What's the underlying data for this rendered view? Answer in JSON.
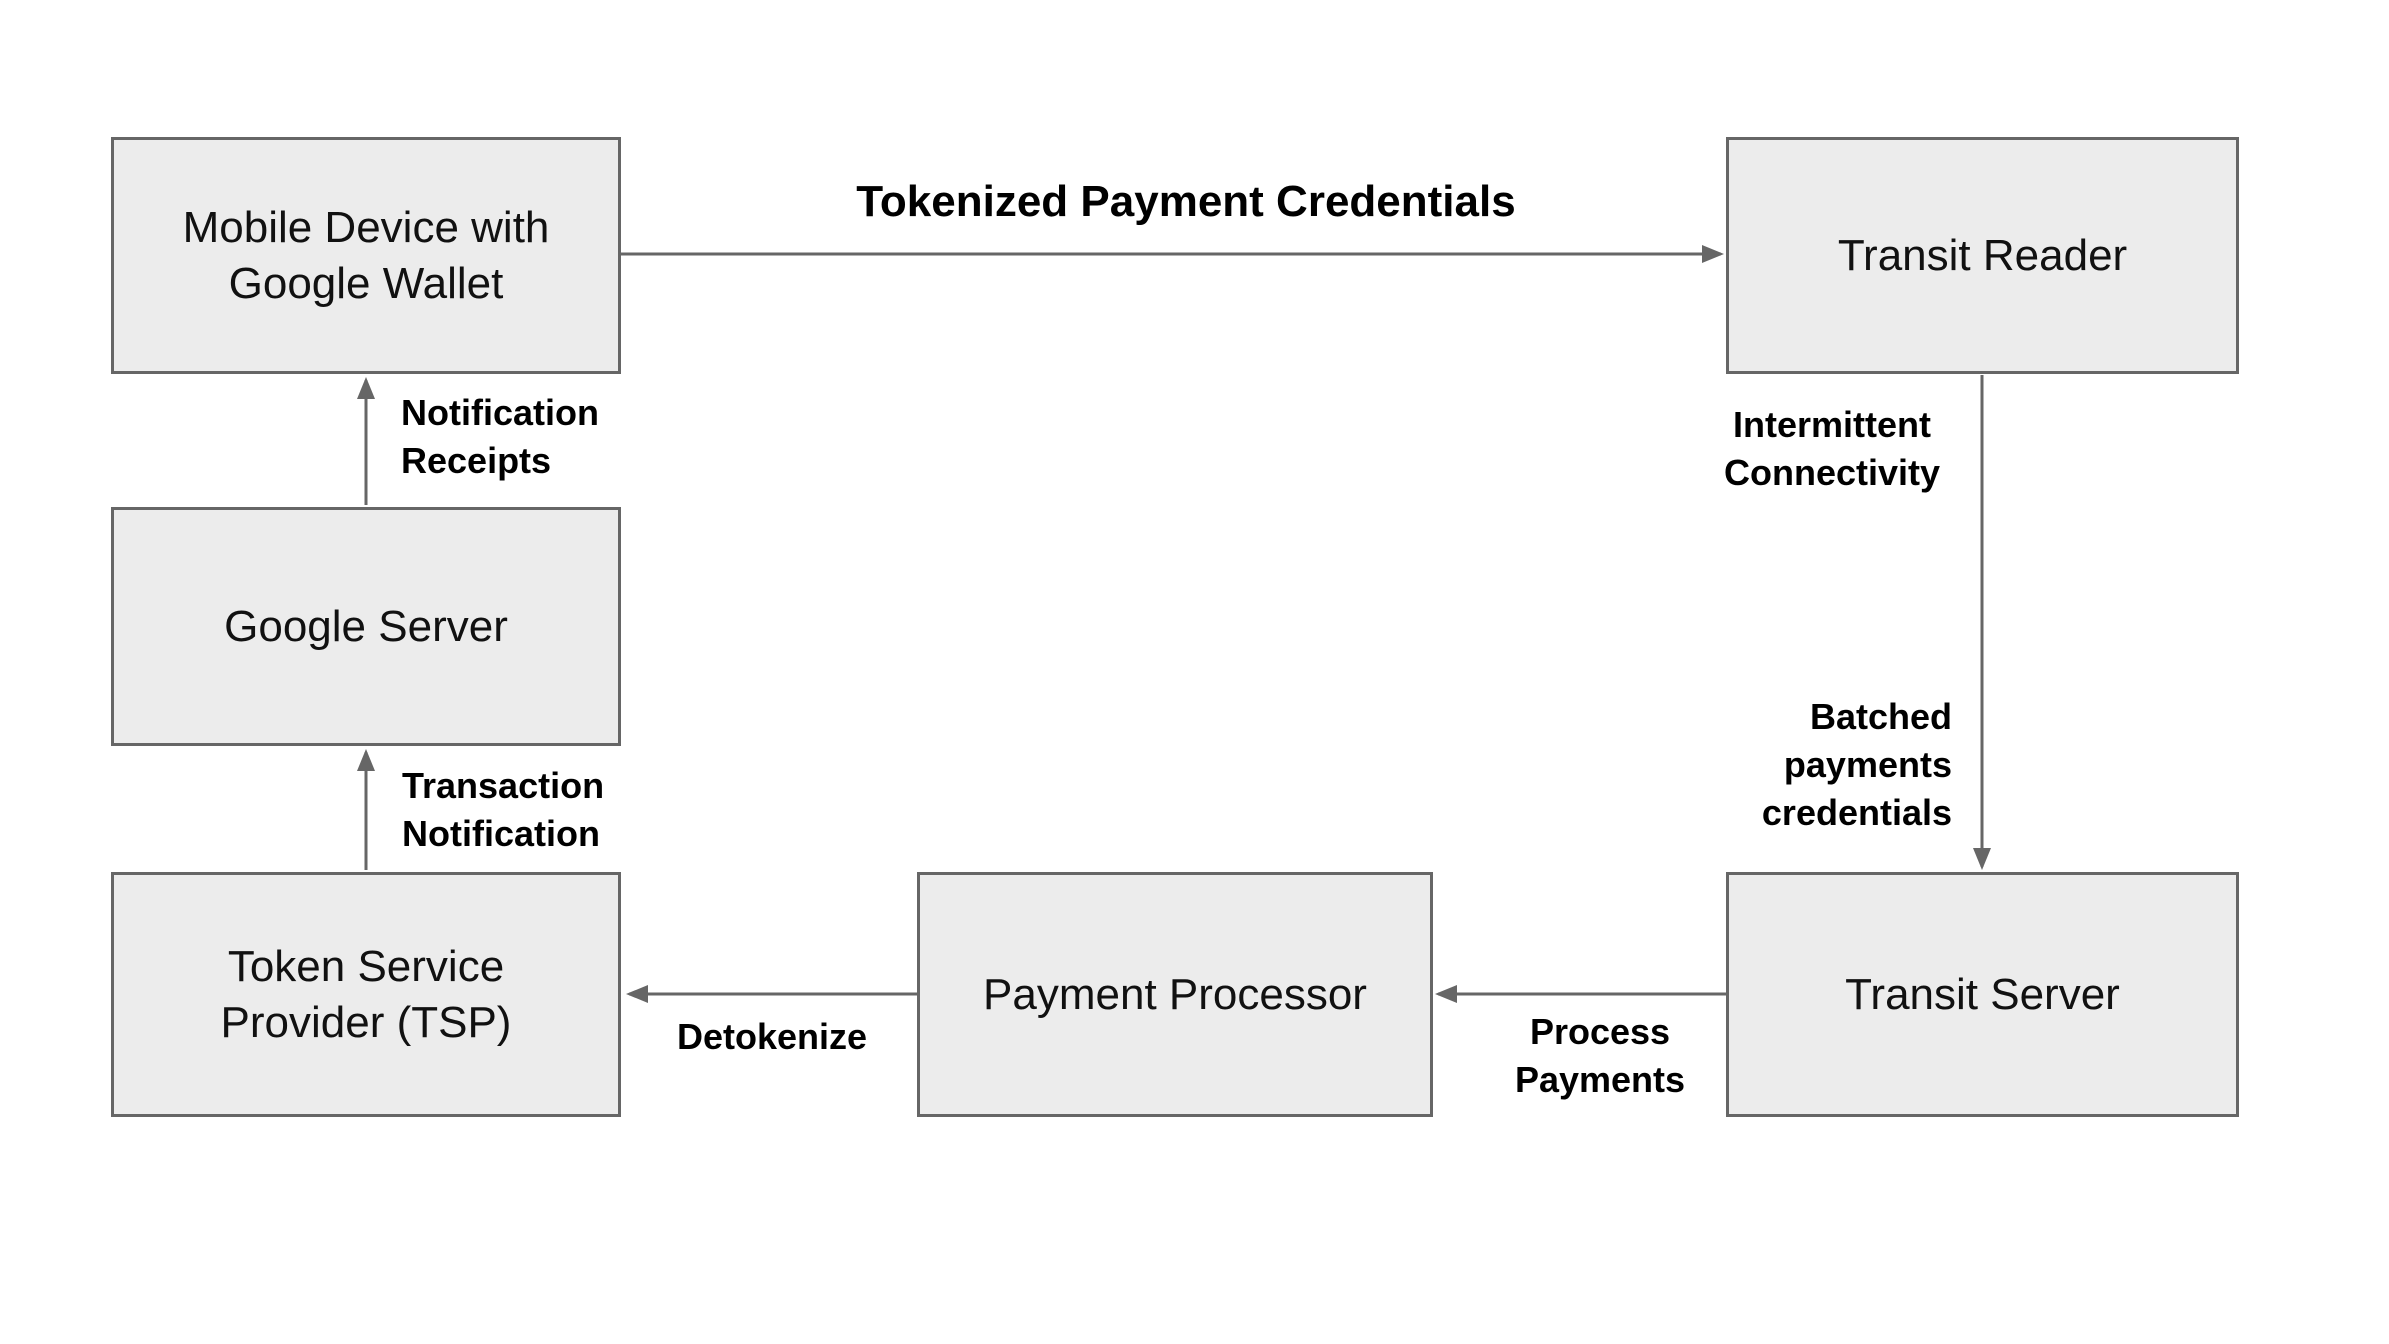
{
  "diagram": {
    "description": "Tokenized transit payment flow diagram",
    "colors": {
      "background": "#ffffff",
      "node_fill": "#ececec",
      "node_border": "#666666",
      "arrow": "#666666",
      "text": "#111111",
      "label_text": "#000000"
    },
    "nodes": [
      {
        "id": "mobile-device",
        "label": "Mobile Device with\nGoogle Wallet"
      },
      {
        "id": "transit-reader",
        "label": "Transit Reader"
      },
      {
        "id": "google-server",
        "label": "Google Server"
      },
      {
        "id": "token-service-provider",
        "label": "Token Service\nProvider (TSP)"
      },
      {
        "id": "payment-processor",
        "label": "Payment Processor"
      },
      {
        "id": "transit-server",
        "label": "Transit Server"
      }
    ],
    "edges": [
      {
        "id": "tokenized-payment-credentials",
        "label": "Tokenized Payment Credentials",
        "from": "mobile-device",
        "to": "transit-reader"
      },
      {
        "id": "intermittent-connectivity",
        "label": "Intermittent\nConnectivity",
        "from": "transit-reader",
        "to": "transit-server"
      },
      {
        "id": "batched-payments-credentials",
        "label": "Batched\npayments\ncredentials",
        "from": "transit-reader",
        "to": "transit-server"
      },
      {
        "id": "process-payments",
        "label": "Process\nPayments",
        "from": "transit-server",
        "to": "payment-processor"
      },
      {
        "id": "detokenize",
        "label": "Detokenize",
        "from": "payment-processor",
        "to": "token-service-provider"
      },
      {
        "id": "transaction-notification",
        "label": "Transaction\nNotification",
        "from": "token-service-provider",
        "to": "google-server"
      },
      {
        "id": "notification-receipts",
        "label": "Notification\nReceipts",
        "from": "google-server",
        "to": "mobile-device"
      }
    ]
  }
}
